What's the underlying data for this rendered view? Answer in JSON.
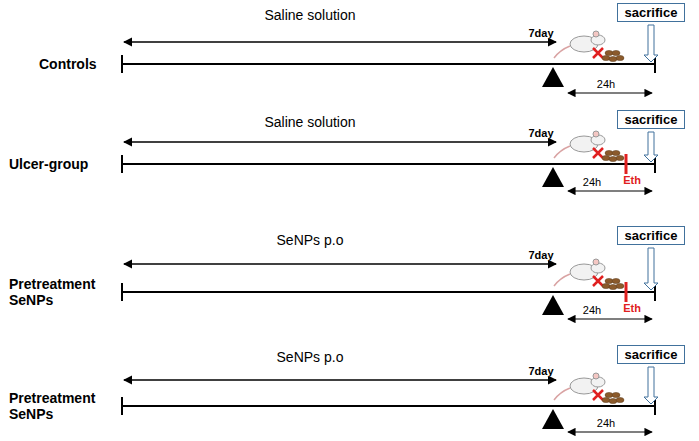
{
  "diagram": {
    "nodes": [
      {
        "text": [
          "sacrifice"
        ]
      },
      {
        "text": [
          "sacrifice"
        ]
      },
      {
        "text": [
          "sacrifice"
        ]
      },
      {
        "text": [
          "sacrifice"
        ]
      }
    ],
    "labels": [
      "Saline solution",
      "7day",
      "Controls",
      "24h",
      "Saline solution",
      "7day",
      "Ulcer-group",
      "24h",
      "Eth",
      "SeNPs p.o",
      "7day",
      "Pretreatment SeNPs",
      "24h",
      "Eth",
      "SeNPs p.o",
      "7day",
      "Pretreatment SeNPs",
      "24h"
    ]
  }
}
